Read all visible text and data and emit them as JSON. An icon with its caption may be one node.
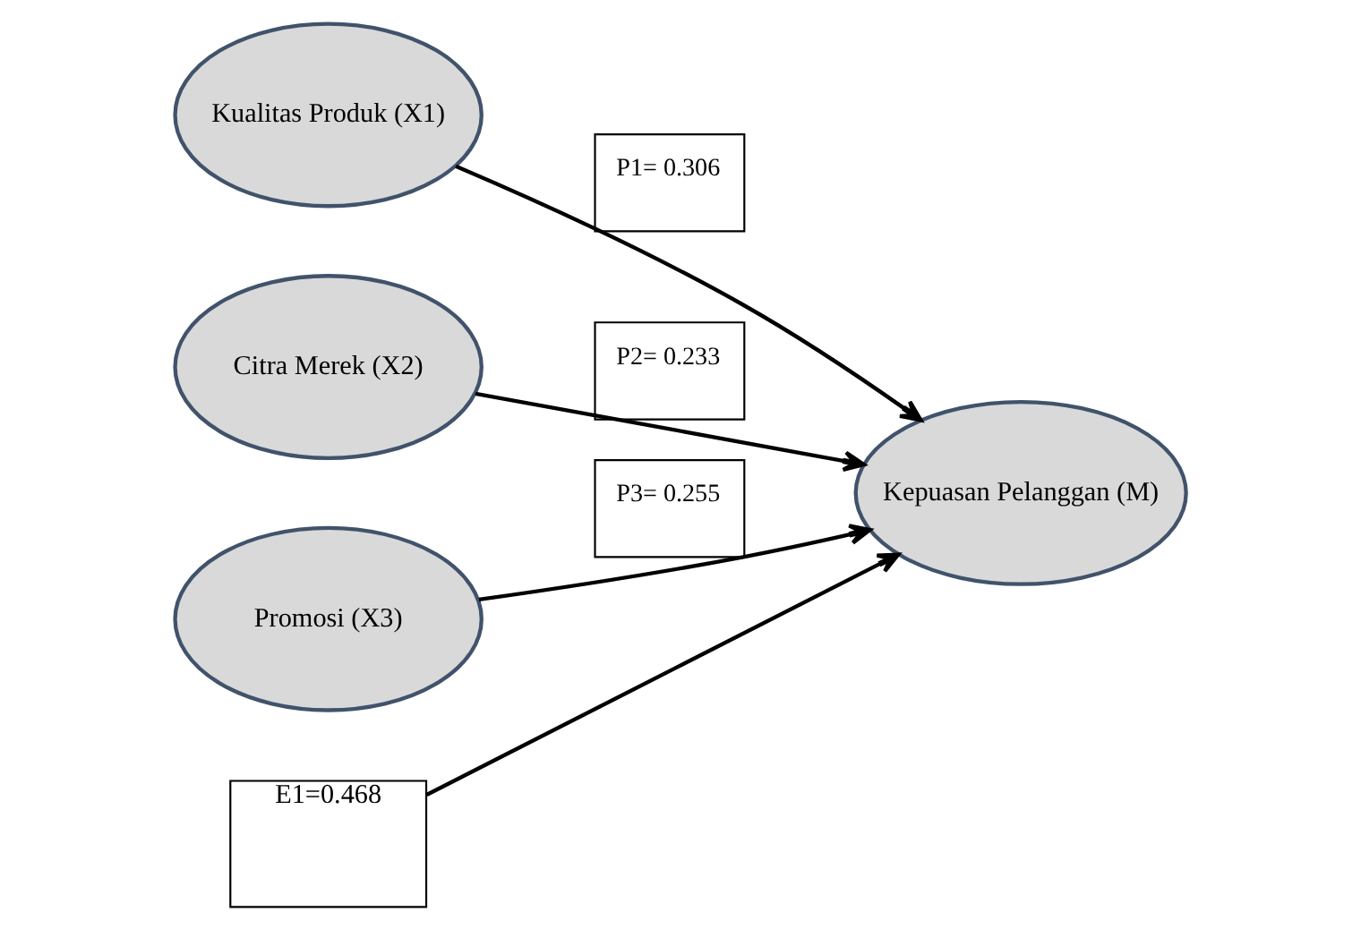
{
  "diagram": {
    "nodes": [
      {
        "text": [
          "Kualitas Produk (X1)"
        ]
      },
      {
        "text": [
          "Citra Merek (X2)"
        ]
      },
      {
        "text": [
          "Promosi (X3)"
        ]
      },
      {
        "text": [
          "Kepuasan Pelanggan (M)"
        ]
      },
      {
        "text": [
          "E1=0.468"
        ]
      }
    ],
    "edges": [
      {
        "from": 0,
        "to": 3,
        "arrow": "to",
        "label": "P1= 0.306"
      },
      {
        "from": 1,
        "to": 3,
        "arrow": "to",
        "label": "P2= 0.233"
      },
      {
        "from": 2,
        "to": 3,
        "arrow": "to",
        "label": "P3= 0.255"
      },
      {
        "from": 4,
        "to": 3,
        "arrow": "to"
      }
    ]
  }
}
